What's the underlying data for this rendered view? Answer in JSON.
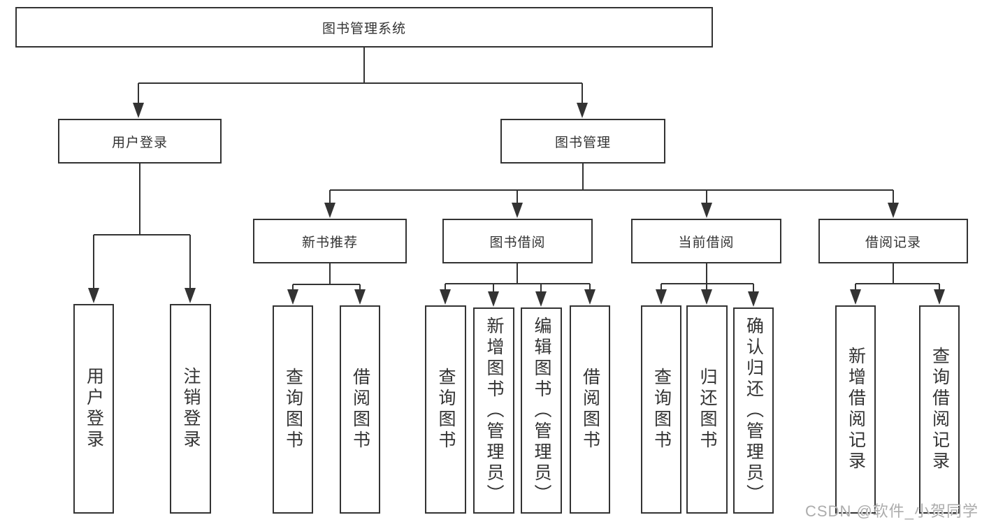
{
  "diagram": {
    "root_label": "图书管理系统",
    "user_login": {
      "label": "用户登录",
      "children": [
        "用户登录",
        "注销登录"
      ]
    },
    "book_management": {
      "label": "图书管理",
      "sections": {
        "new_book": {
          "label": "新书推荐",
          "children": [
            "查询图书",
            "借阅图书"
          ]
        },
        "borrow": {
          "label": "图书借阅",
          "children": [
            "查询图书",
            "新增图书（管理员）",
            "编辑图书（管理员）",
            "借阅图书"
          ]
        },
        "current": {
          "label": "当前借阅",
          "children": [
            "查询图书",
            "归还图书",
            "确认归还（管理员）"
          ]
        },
        "records": {
          "label": "借阅记录",
          "children": [
            "新增借阅记录",
            "查询借阅记录"
          ]
        }
      }
    },
    "line_color": "#333333"
  },
  "watermark": "CSDN @软件_小贺同学"
}
